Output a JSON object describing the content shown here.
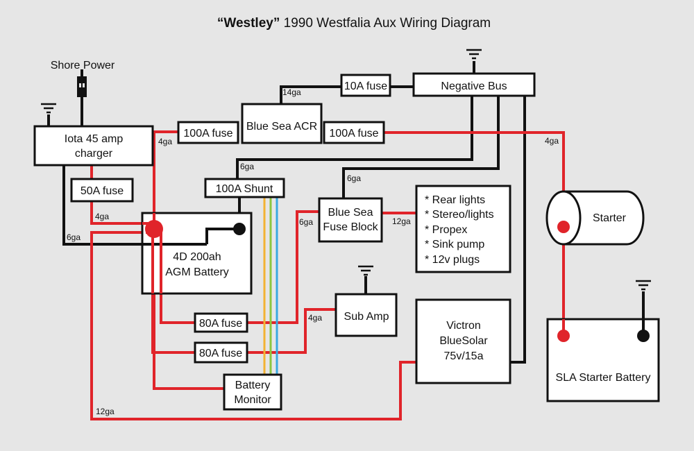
{
  "title": {
    "bold": "“Westley”",
    "rest": " 1990 Westfalia Aux Wiring Diagram"
  },
  "components": {
    "shore_power": "Shore Power",
    "charger": [
      "Iota 45 amp",
      "charger"
    ],
    "fuse_50a": "50A fuse",
    "fuse_100a_left": "100A fuse",
    "acr": "Blue Sea ACR",
    "fuse_100a_right": "100A fuse",
    "fuse_10a": "10A fuse",
    "negative_bus": "Negative Bus",
    "shunt": "100A Shunt",
    "battery": [
      "4D 200ah",
      "AGM Battery"
    ],
    "fuse_block": [
      "Blue Sea",
      "Fuse Block"
    ],
    "loads": [
      "* Rear lights",
      "* Stereo/lights",
      "* Propex",
      "* Sink pump",
      "* 12v plugs"
    ],
    "sub_amp": "Sub Amp",
    "fuse_80a_top": "80A fuse",
    "fuse_80a_bottom": "80A fuse",
    "battery_monitor": [
      "Battery",
      "Monitor"
    ],
    "victron": [
      "Victron",
      "BlueSolar",
      "75v/15a"
    ],
    "starter": "Starter",
    "sla_battery": "SLA Starter Battery"
  },
  "gauges": {
    "acr_to_10a": "14ga",
    "left_100a": "4ga",
    "right_100a": "4ga",
    "shunt": "6ga",
    "fuse_block_neg": "6ga",
    "charger_pos": "4ga",
    "charger_neg": "6ga",
    "fuse_block_pos": "6ga",
    "loads": "12ga",
    "sub_amp": "4ga",
    "solar": "12ga"
  },
  "colors": {
    "positive": "#e0242a",
    "negative": "#111111",
    "shunt_wires": [
      "#f2b233",
      "#8cc63e",
      "#39a9e0"
    ]
  }
}
